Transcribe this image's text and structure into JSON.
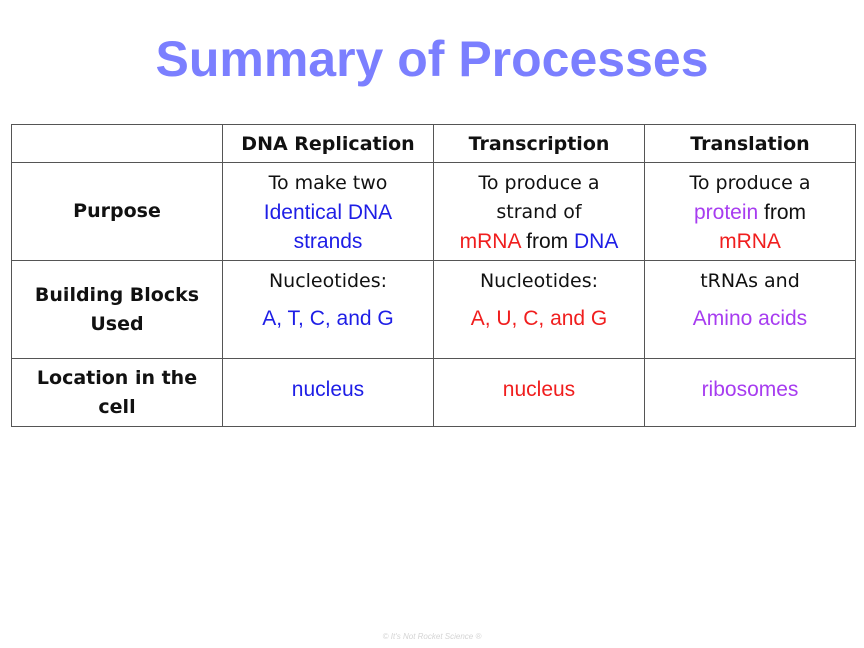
{
  "title": "Summary of Processes",
  "table": {
    "headers": [
      "",
      "DNA Replication",
      "Transcription",
      "Translation"
    ],
    "rows": {
      "purpose": {
        "label": "Purpose",
        "dna_replication": {
          "line1": "To make two",
          "line2": "Identical DNA",
          "line3": "strands"
        },
        "transcription": {
          "line1": "To produce a",
          "line2": "strand of",
          "line3_part1": "mRNA",
          "line3_part2": " from ",
          "line3_part3": "DNA"
        },
        "translation": {
          "line1": "To produce a",
          "line2_part1": "protein",
          "line2_part2": " from",
          "line3": "mRNA"
        }
      },
      "building_blocks": {
        "label_line1": "Building Blocks",
        "label_line2": "Used",
        "dna_replication": {
          "line1": "Nucleotides:",
          "line2": "A, T, C, and G"
        },
        "transcription": {
          "line1": "Nucleotides:",
          "line2": "A, U, C, and G"
        },
        "translation": {
          "line1": "tRNAs and",
          "line2": "Amino acids"
        }
      },
      "location": {
        "label": "Location in the cell",
        "dna_replication": "nucleus",
        "transcription": "nucleus",
        "translation": "ribosomes"
      }
    }
  },
  "colors": {
    "title": "#7b7fff",
    "blue": "#1e1ee6",
    "red": "#f01e1e",
    "purple": "#a73cf0"
  },
  "watermark": "© It's Not Rocket Science ®"
}
